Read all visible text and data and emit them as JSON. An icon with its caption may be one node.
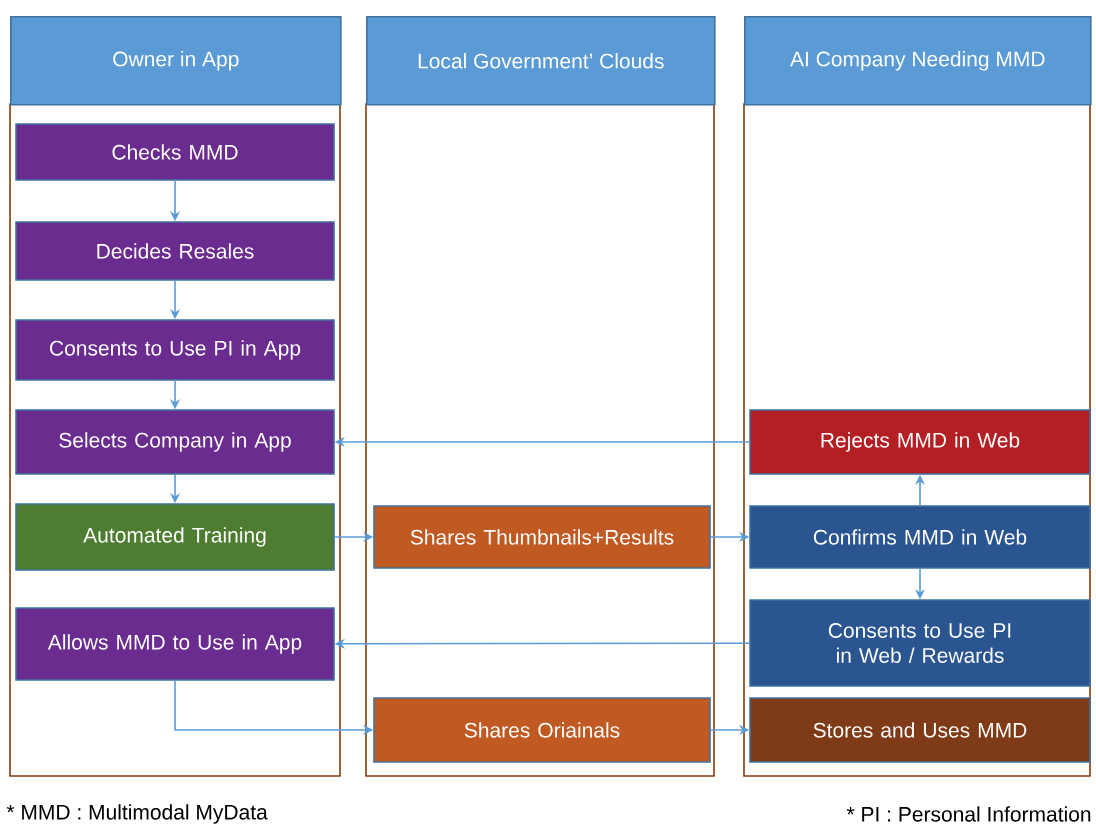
{
  "diagram": {
    "nodes": [
      {
        "text": [
          "Owner in App"
        ]
      },
      {
        "text": [
          "Checks MMD"
        ],
        "in": 0
      },
      {
        "text": [
          "Decides Resales"
        ],
        "in": 0
      },
      {
        "text": [
          "Consents to Use PI in App"
        ],
        "in": 0
      },
      {
        "text": [
          "Selects Company in App"
        ],
        "in": 0
      },
      {
        "text": [
          "Automated Training"
        ],
        "in": 0
      },
      {
        "text": [
          "Allows MMD to Use in App"
        ],
        "in": 0
      },
      {
        "text": [
          "Local Government’ Clouds"
        ]
      },
      {
        "text": [
          "Shares Thumbnails+Results"
        ],
        "in": 7
      },
      {
        "text": [
          "Shares Oriainals"
        ],
        "in": 7
      },
      {
        "text": [
          "AI Company Needing MMD"
        ]
      },
      {
        "text": [
          "Rejects MMD in Web"
        ],
        "in": 10
      },
      {
        "text": [
          "Confirms MMD in Web"
        ],
        "in": 10
      },
      {
        "text": [
          "Consents to Use PI in Web / Rewards"
        ],
        "in": 10
      },
      {
        "text": [
          "Stores and Uses MMD"
        ],
        "in": 10
      }
    ],
    "edges": [
      {
        "from": 1,
        "to": 2,
        "arrow": "to"
      },
      {
        "from": 2,
        "to": 3,
        "arrow": "to"
      },
      {
        "from": 3,
        "to": 4,
        "arrow": "to"
      },
      {
        "from": 4,
        "to": 5,
        "arrow": "to"
      },
      {
        "from": 11,
        "to": 4,
        "arrow": "to"
      },
      {
        "from": 5,
        "to": 8,
        "arrow": "to"
      },
      {
        "from": 8,
        "to": 12,
        "arrow": "to"
      },
      {
        "from": 12,
        "to": 11,
        "arrow": "to"
      },
      {
        "from": 12,
        "to": 13,
        "arrow": "to"
      },
      {
        "from": 13,
        "to": 6,
        "arrow": "to"
      },
      {
        "from": 6,
        "to": 9,
        "arrow": "to"
      },
      {
        "from": 9,
        "to": 14,
        "arrow": "to"
      }
    ],
    "labels": [
      "* MMD : Multimodal MyData",
      "* PI : Personal Information"
    ]
  }
}
